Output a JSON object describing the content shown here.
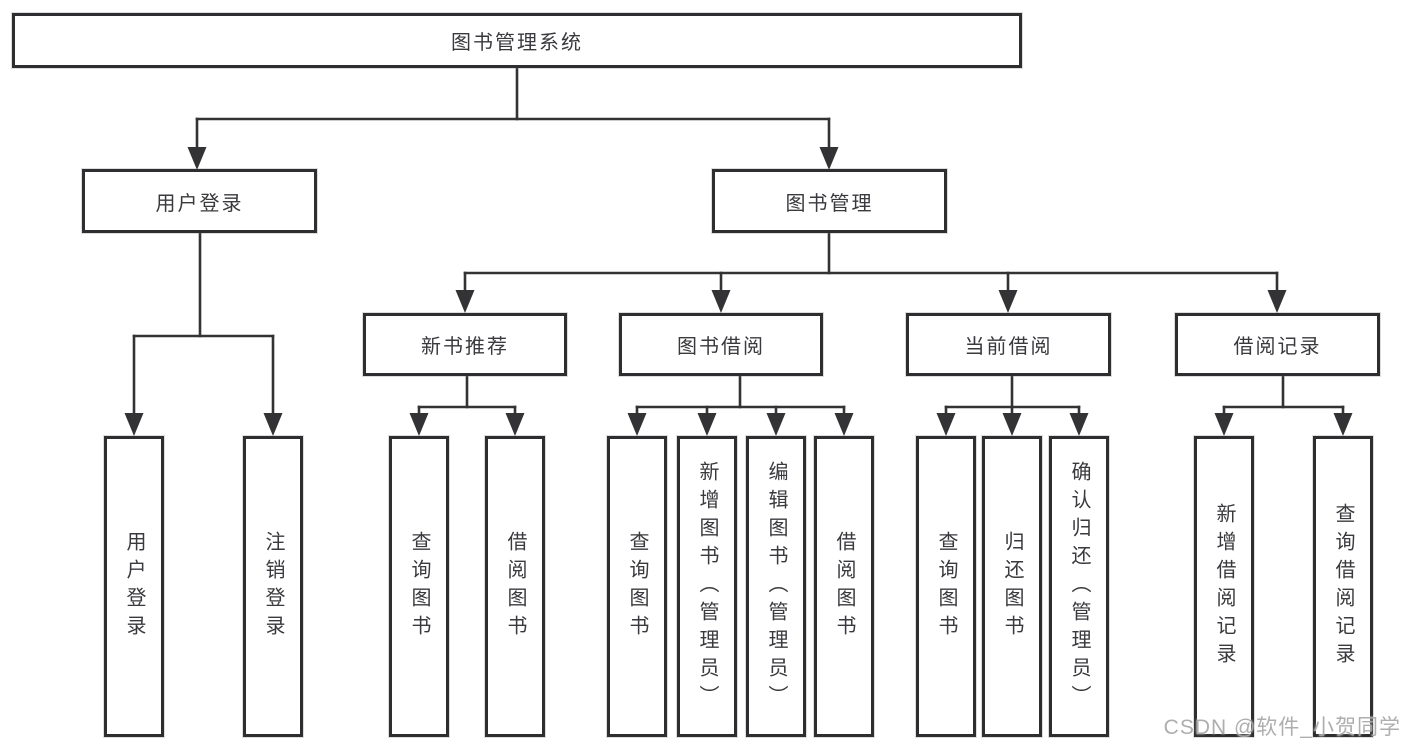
{
  "tree": {
    "root": {
      "label": "图书管理系统"
    },
    "level2": [
      {
        "label": "用户登录"
      },
      {
        "label": "图书管理"
      }
    ],
    "level3": [
      {
        "label": "新书推荐"
      },
      {
        "label": "图书借阅"
      },
      {
        "label": "当前借阅"
      },
      {
        "label": "借阅记录"
      }
    ],
    "leaves": {
      "user_login": [
        "用户登录",
        "注销登录"
      ],
      "new_book_recommend": [
        "查询图书",
        "借阅图书"
      ],
      "book_borrow": [
        "查询图书",
        "新增图书（管理员）",
        "编辑图书（管理员）",
        "借阅图书"
      ],
      "current_borrow": [
        "查询图书",
        "归还图书",
        "确认归还（管理员）"
      ],
      "borrow_records": [
        "新增借阅记录",
        "查询借阅记录"
      ]
    }
  },
  "watermark": "CSDN @软件_小贺同学",
  "colors": {
    "line": "#333335",
    "border": "#2e2e30",
    "text": "#3a3a3e",
    "watermark": "#a6a6a6",
    "background": "#ffffff"
  }
}
